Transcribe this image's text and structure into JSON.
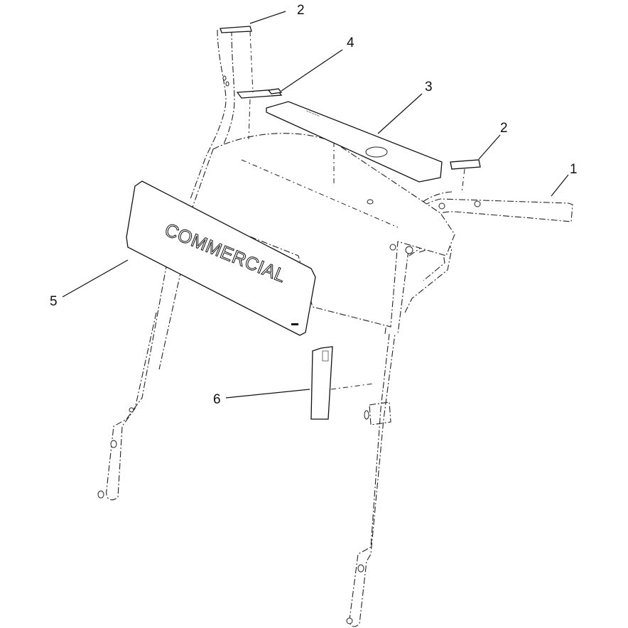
{
  "diagram": {
    "callouts": [
      {
        "id": "c2a",
        "label": "2"
      },
      {
        "id": "c4",
        "label": "4"
      },
      {
        "id": "c3",
        "label": "3"
      },
      {
        "id": "c2b",
        "label": "2"
      },
      {
        "id": "c1",
        "label": "1"
      },
      {
        "id": "c5",
        "label": "5"
      },
      {
        "id": "c6",
        "label": "6"
      }
    ],
    "decal_text": "COMMERCIAL"
  }
}
